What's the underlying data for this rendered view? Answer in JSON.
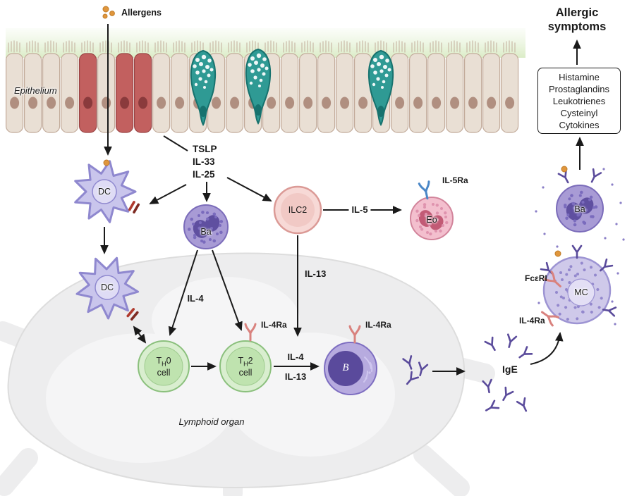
{
  "title": {
    "line1": "Allergic",
    "line2": "symptoms"
  },
  "mediators": [
    "Histamine",
    "Prostaglandins",
    "Leukotrienes",
    "Cysteinyl",
    "Cytokines"
  ],
  "epithelium": {
    "label": "Epithelium",
    "allergens": "Allergens"
  },
  "alarmins": {
    "tslp": "TSLP",
    "il33": "IL-33",
    "il25": "IL-25"
  },
  "cells": {
    "dc_upper": "DC",
    "dc_lower": "DC",
    "basophil": "Ba",
    "basophil_right": "Ba",
    "ilc2": "ILC2",
    "eosinophil": "Eo",
    "mast": "MC",
    "b_cell": "B",
    "th0": {
      "pre": "T",
      "sub": "H",
      "post": "0",
      "word": "cell"
    },
    "th2": {
      "pre": "T",
      "sub": "H",
      "post": "2",
      "word": "cell"
    }
  },
  "cytokines": {
    "il5": "IL-5",
    "il4_ba": "IL-4",
    "il13_ilc2": "IL-13",
    "il4_th2": "IL-4",
    "il13_th2": "IL-13"
  },
  "receptors": {
    "il5ra": "IL-5Ra",
    "il4ra_th2": "IL-4Ra",
    "il4ra_b": "IL-4Ra",
    "il4ra_mc": "IL-4Ra",
    "fceri": "FcεRI"
  },
  "ige_label": "IgE",
  "organ": {
    "label": "Lymphoid organ"
  },
  "colors": {
    "arrow": "#1a1a1a",
    "epi_body": "#e9dfd4",
    "epi_border": "#c2ab9a",
    "epi_nucleus": "#b08f80",
    "epi_cilia": "#c9b9a6",
    "epi_red_body": "#c2605f",
    "epi_red_border": "#9a4444",
    "epi_red_nucleus": "#8a3a3c",
    "goblet": "#2f9a94",
    "goblet_dark": "#17726e",
    "dc_fill": "#c9c5ec",
    "dc_stroke": "#8f88cf",
    "dc_nucleus": "#dfdcf5",
    "baso_fill": "#a89bd5",
    "baso_stroke": "#7b6cba",
    "baso_nucleus": "#5f4fa0",
    "ilc2_fill": "#f7d9d6",
    "ilc2_stroke": "#db9a96",
    "eo_fill": "#f3bfce",
    "eo_stroke": "#d2849b",
    "eo_nucleus": "#c25a75",
    "t_fill": "#d9eecf",
    "t_stroke": "#8bc07d",
    "t_inner": "#bfe3af",
    "b_fill": "#b7abdf",
    "b_stroke": "#7e6ec1",
    "b_nucleus": "#5a4a9c",
    "mc_fill": "#cfc9ea",
    "mc_stroke": "#9d94d3",
    "mc_granule": "#9388cd",
    "mc_nucleus": "#e3dff5",
    "antibody": "#5a4b9b",
    "receptor_pink": "#d9827e",
    "receptor_blue": "#4a87c7",
    "receptor_red": "#b03a2e",
    "allergen": "#e0963c",
    "organ_fill": "#ededee",
    "organ_stroke": "#dddddd",
    "organ_lobe": "#f5f5f6",
    "band_green": "#cfe6b4"
  }
}
